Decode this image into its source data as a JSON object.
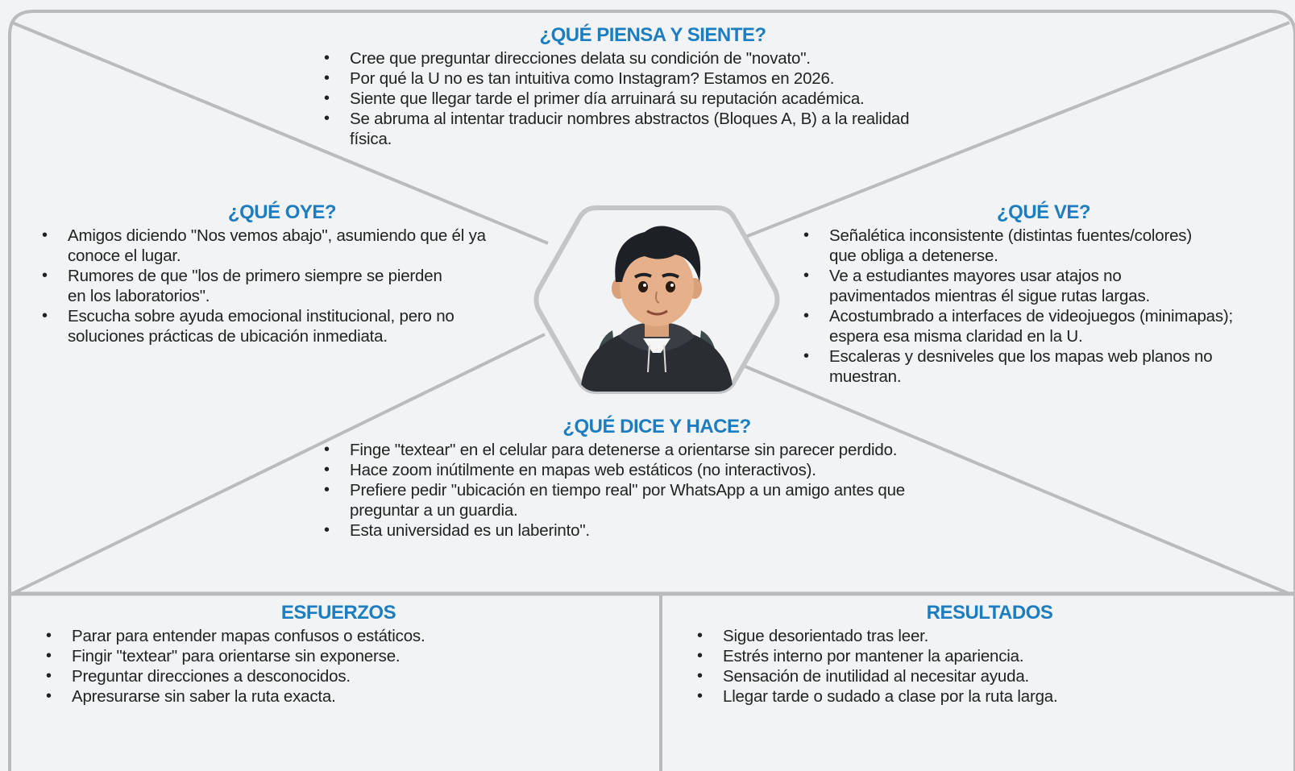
{
  "piensa": {
    "heading": "¿QUÉ PIENSA Y SIENTE?",
    "items": [
      "Cree que preguntar direcciones delata su condición de \"novato\".",
      "Por qué la U no es tan intuitiva como Instagram? Estamos en 2026.",
      "Siente que llegar tarde el primer día arruinará su reputación académica.",
      "Se abruma al intentar traducir nombres abstractos (Bloques A, B) a la realidad física."
    ]
  },
  "oye": {
    "heading": "¿QUÉ OYE?",
    "items": [
      "Amigos diciendo \"Nos vemos abajo\", asumiendo que él ya conoce el lugar.",
      "Rumores de que \"los de primero siempre se pierden en los laboratorios\".",
      "Escucha sobre ayuda emocional institucional, pero no soluciones prácticas de ubicación inmediata."
    ]
  },
  "ve": {
    "heading": "¿QUÉ VE?",
    "items": [
      "Señalética inconsistente (distintas fuentes/colores) que obliga a detenerse.",
      "Ve a estudiantes mayores usar atajos no pavimentados mientras él sigue rutas largas.",
      "Acostumbrado a interfaces de videojuegos (minimapas); espera esa misma claridad en la U.",
      "Escaleras y desniveles que los mapas web planos no muestran."
    ]
  },
  "dice": {
    "heading": "¿QUÉ DICE Y HACE?",
    "items": [
      "Finge \"textear\" en el celular para detenerse a orientarse sin parecer perdido.",
      "Hace zoom inútilmente en mapas web estáticos (no interactivos).",
      "Prefiere pedir \"ubicación en tiempo real\" por WhatsApp a un amigo antes que preguntar a un guardia.",
      "Esta universidad es un laberinto\"."
    ]
  },
  "esfuerzos": {
    "heading": "ESFUERZOS",
    "items": [
      "Parar para entender mapas confusos o estáticos.",
      "Fingir \"textear\" para orientarse sin exponerse.",
      "Preguntar direcciones a desconocidos.",
      "Apresurarse sin saber la ruta exacta."
    ]
  },
  "resultados": {
    "heading": "RESULTADOS",
    "items": [
      "Sigue desorientado tras leer.",
      "Estrés interno por mantener la apariencia.",
      "Sensación de inutilidad al necesitar ayuda.",
      "Llegar tarde o sudado a clase por la ruta larga."
    ]
  },
  "colors": {
    "heading": "#1c7ec0",
    "lines": "#b9bcbe",
    "background": "#f1f3f4",
    "text": "#222222"
  },
  "avatar": {
    "icon": "student-avatar-icon"
  }
}
